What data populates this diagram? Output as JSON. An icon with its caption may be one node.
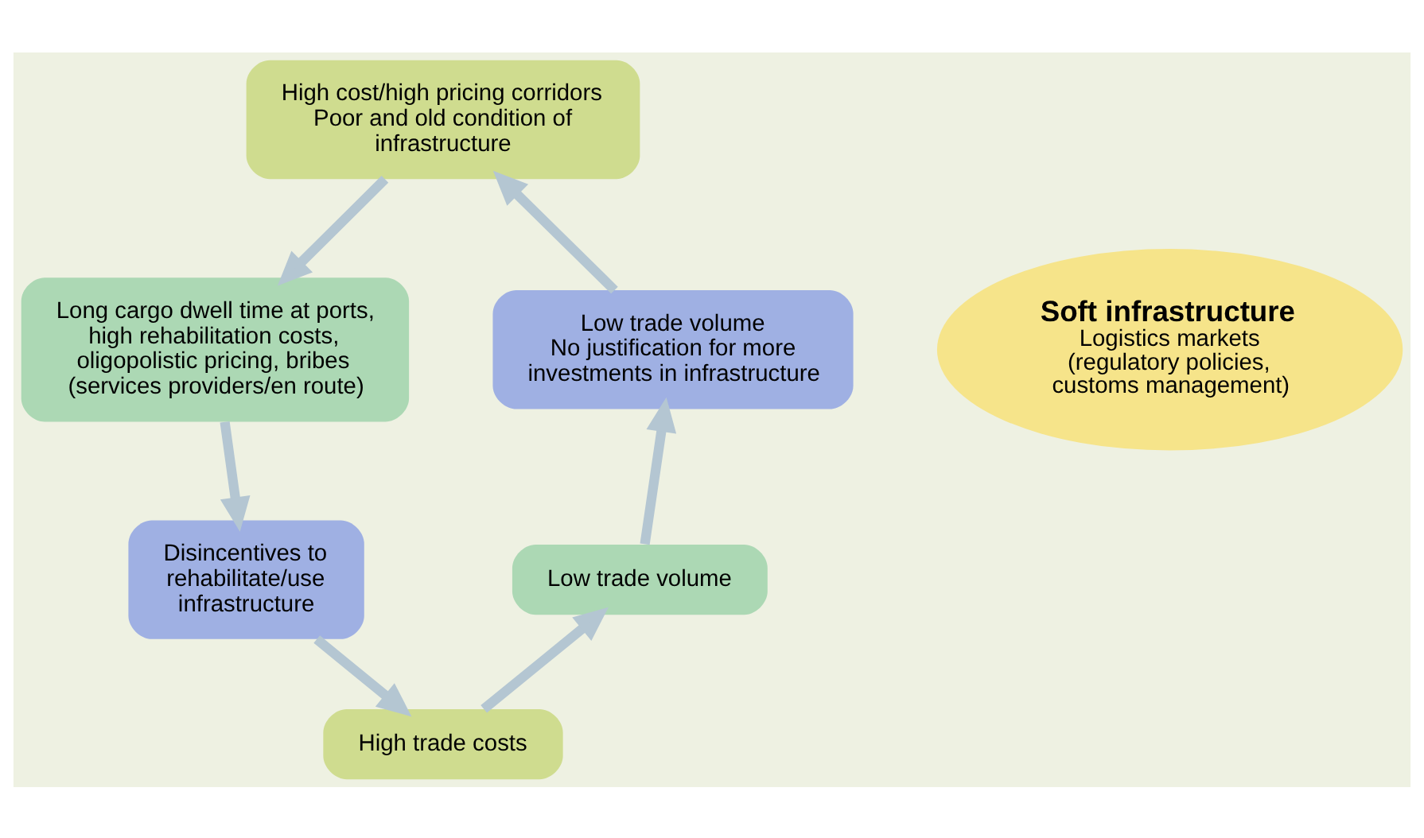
{
  "diagram": {
    "nodes": [
      {
        "text": [
          "High cost/high pricing corridors",
          "Poor and old condition of infrastructure"
        ]
      },
      {
        "text": [
          "Long cargo dwell time at ports, high rehabilitation costs, oligopolistic pricing, bribes (services providers/en route)"
        ]
      },
      {
        "text": [
          "Disincentives to rehabilitate/use infrastructure"
        ]
      },
      {
        "text": [
          "High trade costs"
        ]
      },
      {
        "text": [
          "Low trade volume"
        ]
      },
      {
        "text": [
          "Low trade volume",
          "No justification for more investments in infrastructure"
        ]
      },
      {
        "text": [
          "Soft infrastructure",
          "Logistics markets (regulatory policies, customs management)"
        ]
      }
    ],
    "edges": [
      {
        "from": 0,
        "to": 1,
        "arrow": "to"
      },
      {
        "from": 1,
        "to": 2,
        "arrow": "to"
      },
      {
        "from": 2,
        "to": 3,
        "arrow": "to"
      },
      {
        "from": 3,
        "to": 4,
        "arrow": "to"
      },
      {
        "from": 4,
        "to": 5,
        "arrow": "to"
      },
      {
        "from": 5,
        "to": 0,
        "arrow": "to"
      }
    ]
  }
}
